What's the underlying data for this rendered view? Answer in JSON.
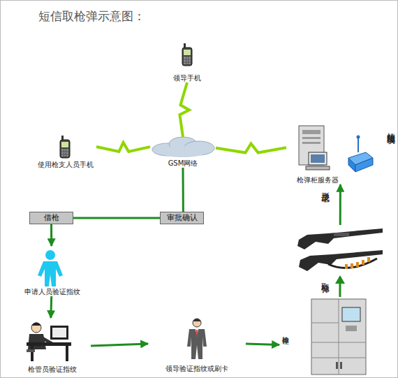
{
  "diagram": {
    "title": "短信取枪弹示意图：",
    "nodes": [
      {
        "text": [
          "领导手机"
        ]
      },
      {
        "text": [
          "使用枪支人员手机"
        ]
      },
      {
        "text": [
          "GSM网络"
        ]
      },
      {
        "text": [
          "枪弹柜服务器"
        ]
      },
      {
        "text": [
          "短信功能模块"
        ]
      },
      {
        "text": [
          "借枪"
        ]
      },
      {
        "text": [
          "审批确认"
        ]
      },
      {
        "text": [
          "申请人员验证指纹"
        ]
      },
      {
        "text": [
          "枪管员验证指纹"
        ]
      },
      {
        "text": [
          "领导验证指纹或刷卡"
        ]
      },
      {
        "text": [
          "枪弹柜"
        ]
      }
    ],
    "edges": [
      {
        "from": 1,
        "to": 2,
        "arrow": "none"
      },
      {
        "from": 0,
        "to": 2,
        "arrow": "none"
      },
      {
        "from": 2,
        "to": 3,
        "arrow": "none"
      },
      {
        "from": 5,
        "to": 6,
        "arrow": "none"
      },
      {
        "from": 6,
        "to": 2,
        "arrow": "none"
      },
      {
        "from": 5,
        "to": 7,
        "arrow": "to"
      },
      {
        "from": 7,
        "to": 8,
        "arrow": "to"
      },
      {
        "from": 8,
        "to": 9,
        "arrow": "to"
      },
      {
        "from": 9,
        "to": 10,
        "arrow": "to"
      },
      {
        "from": 10,
        "to": 3,
        "arrow": "to"
      }
    ],
    "labels": [
      "取枪弹",
      "形成记录"
    ]
  }
}
